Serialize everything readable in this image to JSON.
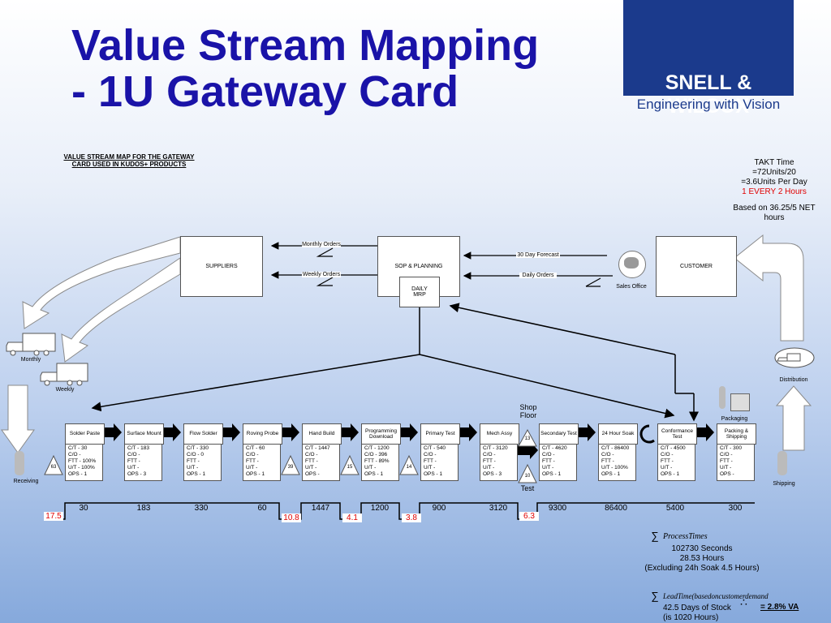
{
  "title": {
    "line1": "Value Stream Mapping",
    "line2": "- 1U Gateway Card"
  },
  "logo": {
    "name": "SNELL & WILCOX",
    "tagline": "Engineering with Vision"
  },
  "map_caption": {
    "line1": "VALUE STREAM MAP FOR THE GATEWAY",
    "line2": "CARD USED IN KUDOS+ PRODUCTS"
  },
  "takt": {
    "line1": "TAKT Time",
    "line2": "=72Units/20",
    "line3": "=3.6Units Per Day",
    "line4": "1 EVERY 2 Hours",
    "line5": "Based on 36.25/5 NET",
    "line6": "hours"
  },
  "nodes": {
    "suppliers": "SUPPLIERS",
    "sop": "SOP & PLANNING",
    "daily_mrp_1": "DAILY",
    "daily_mrp_2": "MRP",
    "customer": "CUSTOMER",
    "sales_office": "Sales Office"
  },
  "flows": {
    "monthly_orders": "Monthly Orders",
    "weekly_orders": "Weekly Orders",
    "forecast": "30 Day Forecast",
    "daily_orders": "Daily Orders"
  },
  "logistics": {
    "monthly": "Monthly",
    "weekly": "Weekly",
    "distribution": "Distribution",
    "packaging": "Packaging",
    "shipping": "Shipping",
    "receiving": "Receiving",
    "shop_floor_1": "Shop",
    "shop_floor_2": "Floor",
    "test": "Test"
  },
  "processes": [
    {
      "name": "Solder Paste",
      "data": "C/T - 30\nC/O -\nFTT - 100%\nU/T - 100%\nOPS - 1"
    },
    {
      "name": "Surface Mount",
      "data": "C/T - 183\nC/O -\nFTT -\nU/T -\nOPS - 3"
    },
    {
      "name": "Flow Solder",
      "data": "C/T - 330\nC/O - 0\nFTT -\nU/T -\nOPS - 1"
    },
    {
      "name": "Roving Probe",
      "data": "C/T - 60\nC/O -\nFTT -\nU/T -\nOPS - 1"
    },
    {
      "name": "Hand Build",
      "data": "C/T - 1447\nC/O -\nFTT -\nU/T -\nOPS -"
    },
    {
      "name": "Programming Download",
      "data": "C/T - 1200\nC/O - 396\nFTT - 89%\nU/T -\nOPS - 1"
    },
    {
      "name": "Primary Test",
      "data": "C/T - 540\nC/O -\nFTT -\nU/T -\nOPS - 1"
    },
    {
      "name": "Mech Assy",
      "data": "C/T - 3120\nC/O -\nFTT -\nU/T -\nOPS - 3"
    },
    {
      "name": "Secondary Test",
      "data": "C/T - 4620\nC/O -\nFTT -\nU/T -\nOPS - 1"
    },
    {
      "name": "24 Hour Soak",
      "data": "C/T - 86400\nC/O -\nFTT -\nU/T - 100%\nOPS - 1"
    },
    {
      "name": "Conformance Test",
      "data": "C/T - 4500\nC/O -\nFTT -\nU/T -\nOPS - 1"
    },
    {
      "name": "Packing & Shipping",
      "data": "C/T - 300\nC/O -\nFTT -\nU/T -\nOPS -"
    }
  ],
  "inventory": {
    "i1": "63",
    "i2": "39",
    "i3": "15",
    "i4": "14",
    "i5": "13",
    "i6": "10"
  },
  "timeline": {
    "wait": [
      "17.5",
      "10.8",
      "4.1",
      "3.8",
      "6.3"
    ],
    "process": [
      "30",
      "183",
      "330",
      "60",
      "1447",
      "1200",
      "900",
      "3120",
      "9300",
      "86400",
      "5400",
      "300"
    ]
  },
  "summary": {
    "process_label": "ProcessTimes",
    "seconds": "102730 Seconds",
    "hours": "28.53 Hours",
    "excluding": "(Excluding 24h Soak 4.5 Hours)",
    "lead_label": "LeadTime(basedoncustomerdemand",
    "days": "42.5 Days of Stock",
    "va": "= 2.8% VA",
    "units": "(is 1020 Hours)",
    "sigma": "∑"
  },
  "colors": {
    "title": "#1a13a8",
    "logo_bg": "#1b3a8c",
    "highlight": "#e00000"
  }
}
